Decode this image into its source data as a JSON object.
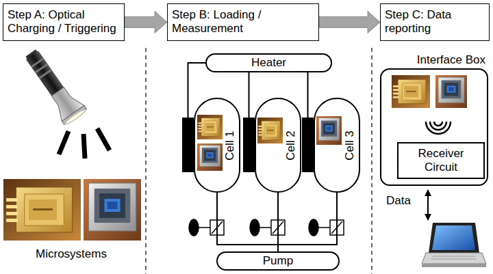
{
  "diagram": {
    "nodes": [
      {
        "text": [
          "Step A: Optical Charging / Triggering"
        ]
      },
      {
        "text": [
          "Step B: Loading / Measurement"
        ]
      },
      {
        "text": [
          "Step C: Data reporting"
        ]
      },
      {
        "text": [
          "Heater"
        ]
      },
      {
        "text": [
          "Cell 1"
        ]
      },
      {
        "text": [
          "Cell 2"
        ]
      },
      {
        "text": [
          "Cell 3"
        ]
      },
      {
        "text": [
          "Pump"
        ]
      },
      {
        "text": [
          "Interface Box"
        ]
      },
      {
        "text": [
          "Receiver Circuit"
        ],
        "in": 8
      }
    ],
    "edges": [
      {
        "from": 0,
        "to": 1,
        "arrow": "to"
      },
      {
        "from": 1,
        "to": 2,
        "arrow": "to"
      },
      {
        "from": 3,
        "to": 4,
        "arrow": "none"
      },
      {
        "from": 3,
        "to": 5,
        "arrow": "none"
      },
      {
        "from": 3,
        "to": 6,
        "arrow": "none"
      },
      {
        "from": 4,
        "to": 7,
        "arrow": "none"
      },
      {
        "from": 5,
        "to": 7,
        "arrow": "none"
      },
      {
        "from": 6,
        "to": 7,
        "arrow": "none"
      }
    ],
    "labels": [
      "Microsystems",
      "Data"
    ]
  }
}
